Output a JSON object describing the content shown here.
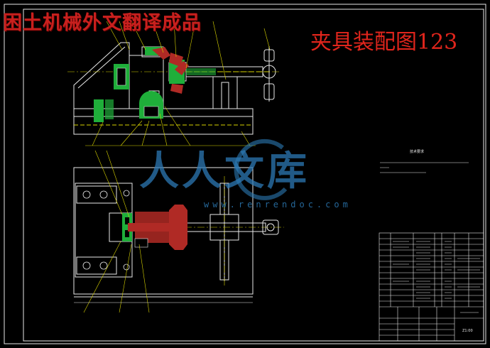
{
  "watermark_top": "困土机械外文翻译成品",
  "drawing_title": "夹具装配图123",
  "watermark_logo": "人人文库",
  "watermark_url": "www.renrendoc.com",
  "notes_title": "技术要求",
  "titleblock_code": "Z1:00",
  "colors": {
    "background": "#000000",
    "line": "#e8e8e8",
    "part_green": "#1fae3a",
    "part_red": "#b02a25",
    "watermark_red": "#d0251c",
    "watermark_blue": "#2c79b4",
    "leader_yellow": "#d9d400"
  }
}
